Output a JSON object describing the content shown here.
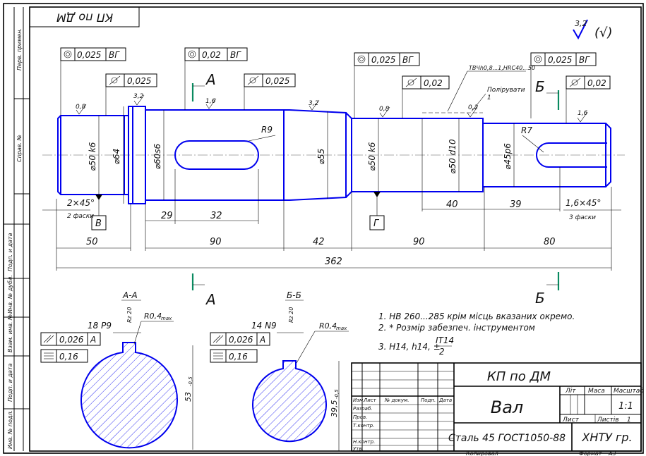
{
  "stamp_top": "КП по ДМ",
  "roughness_corner": {
    "value": "3,2",
    "suffix": "(√)"
  },
  "tolerances": {
    "t1": "0,025",
    "t1_base": "ВГ",
    "t2": "0,025",
    "t3": "0,02",
    "t3_base": "ВГ",
    "t4": "0,025",
    "t5": "0,025",
    "t5_base": "ВГ",
    "t6": "0,02",
    "t7": "0,025",
    "t7_base": "ВГ",
    "t8": "0,02"
  },
  "section_marks": {
    "a": "А",
    "b": "Б"
  },
  "roughness": {
    "r1": "0,8",
    "r2": "3,2",
    "r3": "1,6",
    "r4": "3,2",
    "r5": "0,8",
    "r6": "0,2",
    "r7": "1,6"
  },
  "notes_small": {
    "heat": "ТВЧh0,8...1,HRC40...50",
    "polish": "Полірувати",
    "polish_num": "1"
  },
  "diameters": {
    "d1": "⌀50 k6",
    "d2": "⌀64",
    "d3": "⌀60s6",
    "d4": "⌀55",
    "d5": "⌀50 k6",
    "d6": "⌀50 d10",
    "d7": "⌀45p6"
  },
  "radii": {
    "r9": "R9",
    "r7": "R7"
  },
  "dims": {
    "chamfer_left": "2×45°",
    "chamfer_left_note": "2 фаски",
    "chamfer_right": "1,6×45°",
    "chamfer_right_note": "3 фаски",
    "d29": "29",
    "d32": "32",
    "d40": "40",
    "d39": "39",
    "d50": "50",
    "d90a": "90",
    "d42": "42",
    "d90b": "90",
    "d80": "80",
    "total": "362"
  },
  "bases": {
    "b": "В",
    "g": "Г"
  },
  "section_a": {
    "title": "А-А",
    "width": "18 P9",
    "depth_note": "Rz 20",
    "radius": "R0,4",
    "radius_note": "max",
    "height": "53",
    "height_tol": "-0,5",
    "tol1": "0,026",
    "tol1_base": "А",
    "tol2": "0,16"
  },
  "section_b": {
    "title": "Б-Б",
    "width": "14 N9",
    "depth_note": "Rz 20",
    "radius": "R0,4",
    "radius_note": "max",
    "height": "39,5",
    "height_tol": "-0,5",
    "tol1": "0,026",
    "tol1_base": "А",
    "tol2": "0,16"
  },
  "notes": {
    "n1": "1. НВ 260...285 крім місць вказаних окремо.",
    "n2": "2. * Розмір забезпеч. інструментом",
    "n3_prefix": "3. Н14, h14, ±",
    "n3_num": "IT14",
    "n3_den": "2"
  },
  "title_block": {
    "project": "КП по ДМ",
    "name": "Вал",
    "material": "Сталь 45 ГОСТ1050-88",
    "org": "ХНТУ гр.",
    "lit": "Літ",
    "mass": "Маса",
    "scale": "Масштаб",
    "scale_val": "1:1",
    "sheet": "Лист",
    "sheets": "Листів",
    "sheets_val": "1",
    "row_headers": [
      "Изм.",
      "Лист",
      "№ докум.",
      "Подп.",
      "Дата"
    ],
    "roles": [
      "Разраб.",
      "Пров.",
      "Т.контр.",
      "",
      "Н.контр.",
      "Утв."
    ],
    "copied": "Копировал",
    "format": "Формат",
    "format_val": "А3"
  },
  "side_labels": {
    "s1": "Перв. примен.",
    "s2": "Справ. №",
    "s3": "Подп. и дата",
    "s4": "Инв. № дубл.",
    "s5": "Взам. инв. №",
    "s6": "Подп. и дата",
    "s7": "Инв. № подл."
  }
}
